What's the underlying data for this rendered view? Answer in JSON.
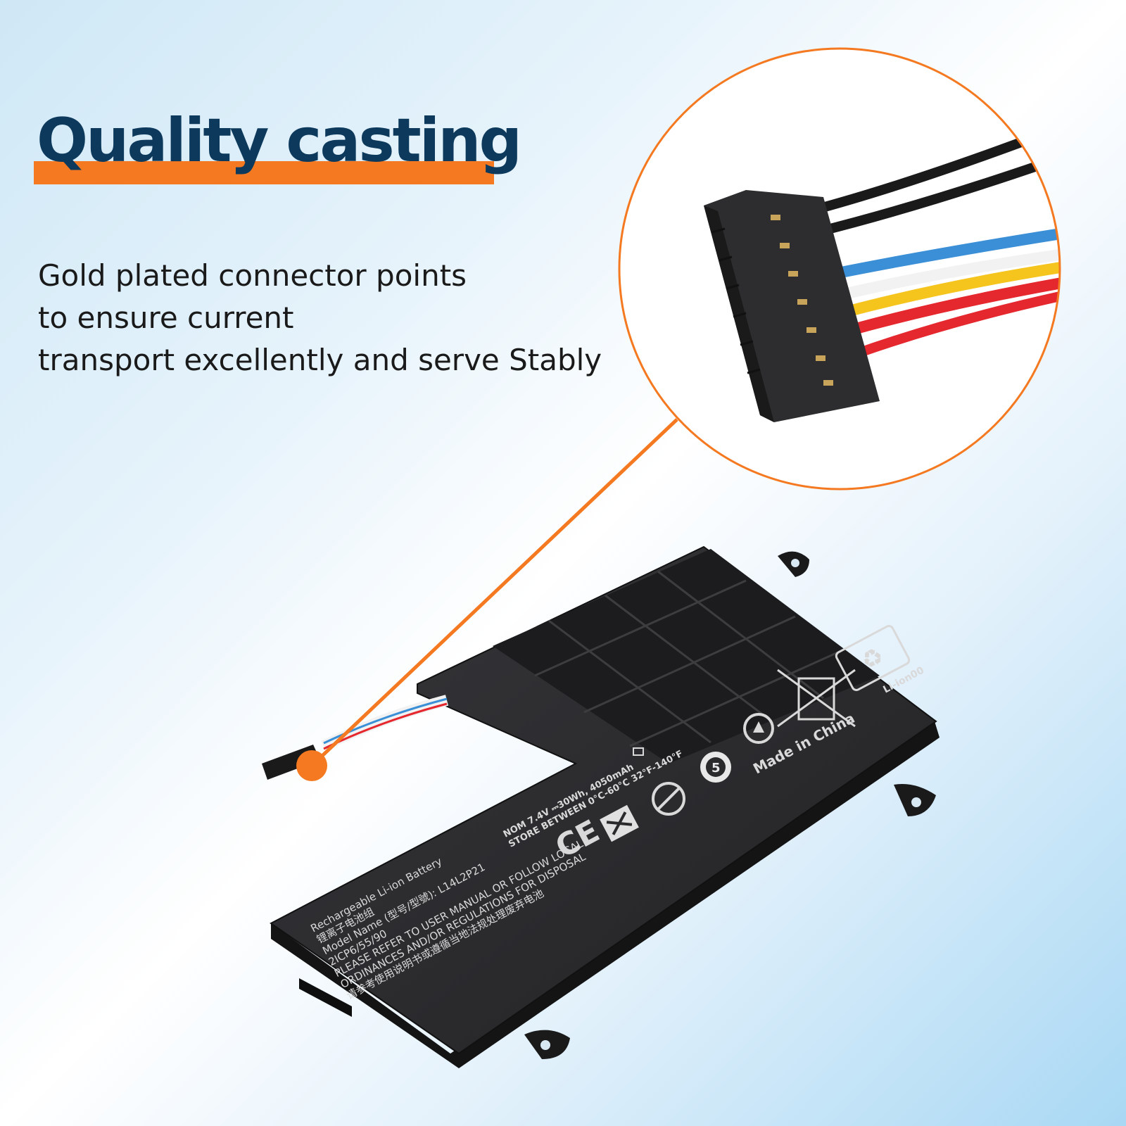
{
  "headline": "Quality casting",
  "description_lines": [
    "Gold plated connector points",
    "to ensure current",
    "transport excellently and serve Stably"
  ],
  "label": {
    "line1": "Rechargeable Li-ion Battery",
    "line2": "锂离子电池组",
    "line3": "Model Name (型号/型號): L14L2P21",
    "line4": "2ICP6/55/90",
    "line5": "PLEASE REFER TO USER MANUAL OR FOLLOW LOCAL",
    "line6": "ORDINANCES AND/OR REGULATIONS FOR DISPOSAL",
    "line7": "请参考使用说明书或遵循当地法规处理废弃电池",
    "spec1": "NOM 7.4V ⎓30Wh, 4050mAh",
    "spec2": "STORE BETWEEN 0°C-60°C 32°F-140°F",
    "made_in": "Made in China",
    "recycle": "Li-ion00",
    "ce": "CE"
  },
  "colors": {
    "accent": "#f47920",
    "headline": "#0d3a5c",
    "battery": "#2a2a2c",
    "wire_black": "#1a1a1a",
    "wire_blue": "#3a8fd6",
    "wire_white": "#f2f2f2",
    "wire_yellow": "#f5c51e",
    "wire_red": "#e5272e"
  },
  "icons": [
    "recycle-icon",
    "crossed-bin-icon",
    "ce-mark-icon",
    "no-disassemble-icon",
    "no-fire-icon",
    "num-5-icon"
  ]
}
